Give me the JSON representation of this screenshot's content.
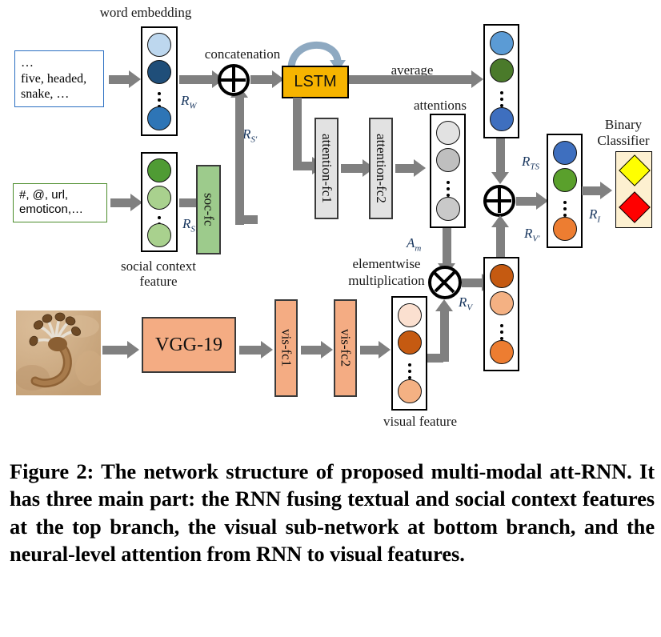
{
  "figure": {
    "caption": "Figure 2: The network structure of proposed multi-modal att-RNN. It has three main part: the RNN fusing textual and social context features at the top branch, the visual sub-network at bottom branch, and the neural-level attention from RNN to visual features."
  },
  "labels": {
    "word_embedding": "word embedding",
    "concatenation": "concatenation",
    "average": "average",
    "attentions": "attentions",
    "binary_classifier_line1": "Binary",
    "binary_classifier_line2": "Classifier",
    "social_context_line1": "social context",
    "social_context_line2": "feature",
    "elementwise_line1": "elementwise",
    "elementwise_line2": "multiplication",
    "visual_feature": "visual feature"
  },
  "symbols": {
    "r_w": "R",
    "r_w_sub": "W",
    "r_s": "R",
    "r_s_sub": "S",
    "r_sprime": "R",
    "r_sprime_sub": "S'",
    "r_ts": "R",
    "r_ts_sub": "TS",
    "r_vprime": "R",
    "r_vprime_sub": "V'",
    "r_v": "R",
    "r_v_sub": "V",
    "r_i": "R",
    "r_i_sub": "I",
    "a_m": "A",
    "a_m_sub": "m"
  },
  "text_inputs": {
    "textual": {
      "line1": "…",
      "line2": "five, headed,",
      "line3": "snake, …"
    },
    "social": {
      "line1": "#, @, url,",
      "line2": "emoticon,…"
    }
  },
  "blocks": {
    "lstm": "LSTM",
    "soc_fc": "soc-fc",
    "attention_fc1": "attention-fc1",
    "attention_fc2": "attention-fc2",
    "vgg": "VGG-19",
    "vis_fc1": "vis-fc1",
    "vis_fc2": "vis-fc2"
  },
  "columns": {
    "word_embedding": {
      "nodes": [
        "#bdd7ee",
        "#1f4e79",
        "#2e75b6"
      ]
    },
    "social_context": {
      "nodes": [
        "#4f9b34",
        "#a9d18e",
        "#a9d18e"
      ]
    },
    "attentions": {
      "nodes": [
        "#e2e2e2",
        "#bfbfbf",
        "#c9c9c9"
      ]
    },
    "r_ts_vector": {
      "nodes": [
        "#5b9bd5",
        "#4a7a2a",
        "#3e6fbf"
      ]
    },
    "r_i_vector": {
      "nodes": [
        "#3e6fbf",
        "#5aa02c",
        "#ed7d31"
      ]
    },
    "visual_feature": {
      "nodes": [
        "#fbe0d0",
        "#c55a11",
        "#f4b183"
      ]
    },
    "r_vprime_vector": {
      "nodes": [
        "#c55a11",
        "#f4b183",
        "#ed7d31"
      ]
    }
  },
  "classifier": {
    "positive_color": "#ffff00",
    "negative_color": "#ff0000"
  },
  "operators": {
    "concat": "plus-in-circle",
    "fuse": "plus-in-circle",
    "multiply": "times-in-circle"
  },
  "colors": {
    "arrow": "#808080",
    "lstm": "#f6b400",
    "soc_fc": "#9dcb8c",
    "vgg": "#f4ac83",
    "attention_fc": "#e2e2e2",
    "classifier_bg": "#fdf0d0",
    "symbol_text": "#18365e"
  }
}
